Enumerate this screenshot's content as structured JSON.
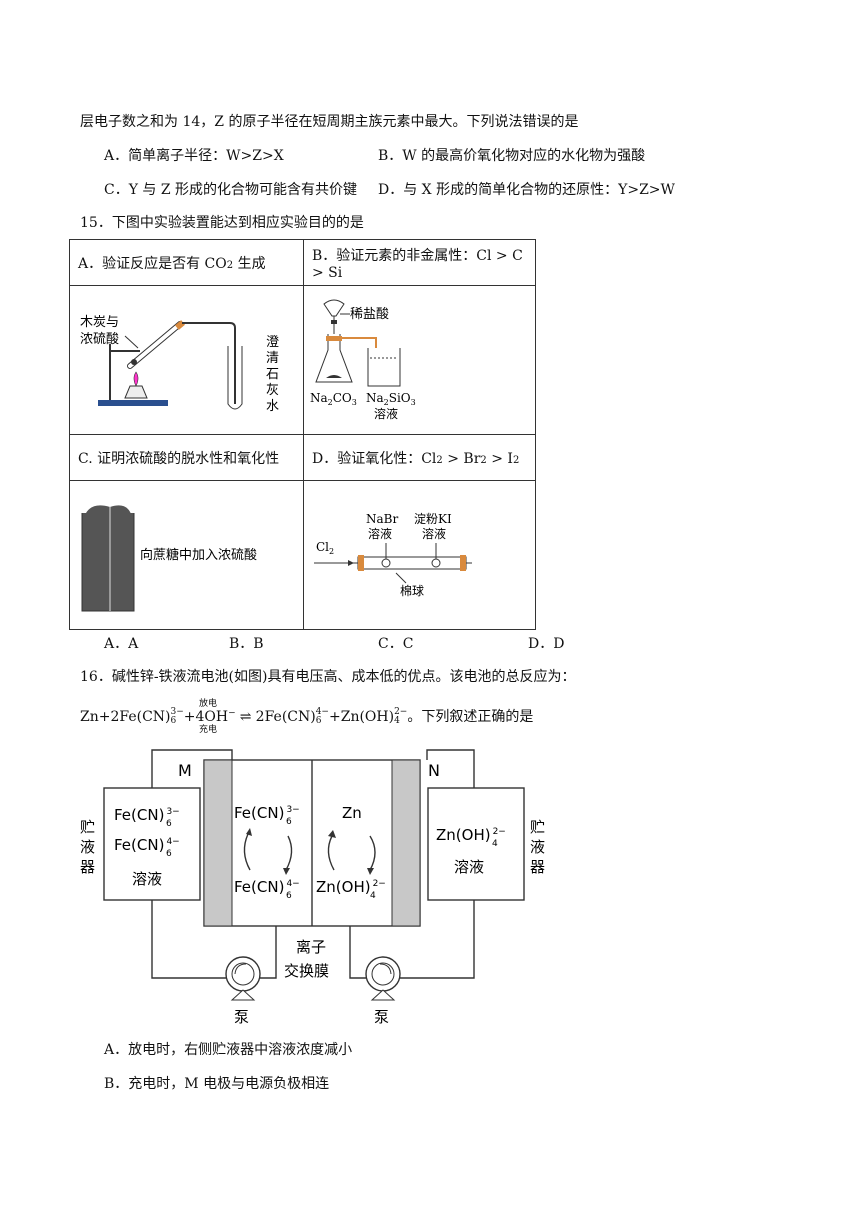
{
  "q14": {
    "stem_tail": "层电子数之和为 14，Z 的原子半径在短周期主族元素中最大。下列说法错误的是",
    "optA": "A．简单离子半径：W>Z>X",
    "optB": "B．W 的最高价氧化物对应的水化物为强酸",
    "optC": "C．Y 与 Z 形成的化合物可能含有共价键",
    "optD": "D．与 X 形成的简单化合物的还原性：Y>Z>W"
  },
  "q15": {
    "stem": "15．下图中实验装置能达到相应实验目的的是",
    "cellA_label": "A．验证反应是否有 CO",
    "cellA_sub": "2",
    "cellA_tail": " 生成",
    "cellB_label": "B．验证元素的非金属性：Cl > C > Si",
    "cellC_label": "C. 证明浓硫酸的脱水性和氧化性",
    "cellD_label": "D．验证氧化性：Cl",
    "cellD_sub1": "2",
    "cellD_mid1": " > Br",
    "cellD_sub2": "2",
    "cellD_mid2": " > I",
    "cellD_sub3": "2",
    "figA": {
      "l1": "木炭与",
      "l2": "浓硫酸",
      "r1": "澄",
      "r2": "清",
      "r3": "石",
      "r4": "灰",
      "r5": "水"
    },
    "figB": {
      "acid": "稀盐酸",
      "na2co3_a": "Na",
      "na2co3_sub1": "2",
      "na2co3_b": "CO",
      "na2co3_sub2": "3",
      "silicate_a": "Na",
      "silicate_sub1": "2",
      "silicate_b": "SiO",
      "silicate_sub2": "3",
      "silicate_sol": "溶液"
    },
    "figC": {
      "text": "向蔗糖中加入浓硫酸"
    },
    "figD": {
      "nabr1": "NaBr",
      "nabr2": "溶液",
      "ki1": "淀粉KI",
      "ki2": "溶液",
      "cl2_a": "Cl",
      "cl2_sub": "2",
      "cotton": "棉球"
    },
    "answers": [
      "A．A",
      "B．B",
      "C．C",
      "D．D"
    ]
  },
  "q16": {
    "stem": "16．碱性锌-铁液流电池(如图)具有电压高、成本低的优点。该电池的总反应为：",
    "eq_discharge": "放电",
    "eq_charge": "充电",
    "eq_zn": "Zn+2Fe(CN)",
    "eq_s1sub": "6",
    "eq_s1sup": "3−",
    "eq_oh": "+4OH",
    "eq_ohsup": "−",
    "eq_fe4": "2Fe(CN)",
    "eq_s2sub": "6",
    "eq_s2sup": "4−",
    "eq_znoh": "+Zn(OH)",
    "eq_s3sub": "4",
    "eq_s3sup": "2−",
    "eq_tail": "。下列叙述正确的是",
    "fig": {
      "M": "M",
      "N": "N",
      "left_tank1": "Fe(CN)",
      "left_tank1_sub": "6",
      "left_tank1_sup": "3−",
      "left_tank2": "Fe(CN)",
      "left_tank2_sub": "6",
      "left_tank2_sup": "4−",
      "left_tank3": "溶液",
      "lc_top": "Fe(CN)",
      "lc_top_sub": "6",
      "lc_top_sup": "3−",
      "lc_bot": "Fe(CN)",
      "lc_bot_sub": "6",
      "lc_bot_sup": "4−",
      "rc_top": "Zn",
      "rc_bot": "Zn(OH)",
      "rc_bot_sub": "4",
      "rc_bot_sup": "2−",
      "right_tank1": "Zn(OH)",
      "right_tank1_sub": "4",
      "right_tank1_sup": "2−",
      "right_tank2": "溶液",
      "storage_l1": "贮",
      "storage_l2": "液",
      "storage_l3": "器",
      "storage_r1": "贮",
      "storage_r2": "液",
      "storage_r3": "器",
      "membrane1": "离子",
      "membrane2": "交换膜",
      "pump_l": "泵",
      "pump_r": "泵"
    },
    "optA": "A．放电时，右侧贮液器中溶液浓度减小",
    "optB": "B．充电时，M 电极与电源负极相连"
  }
}
